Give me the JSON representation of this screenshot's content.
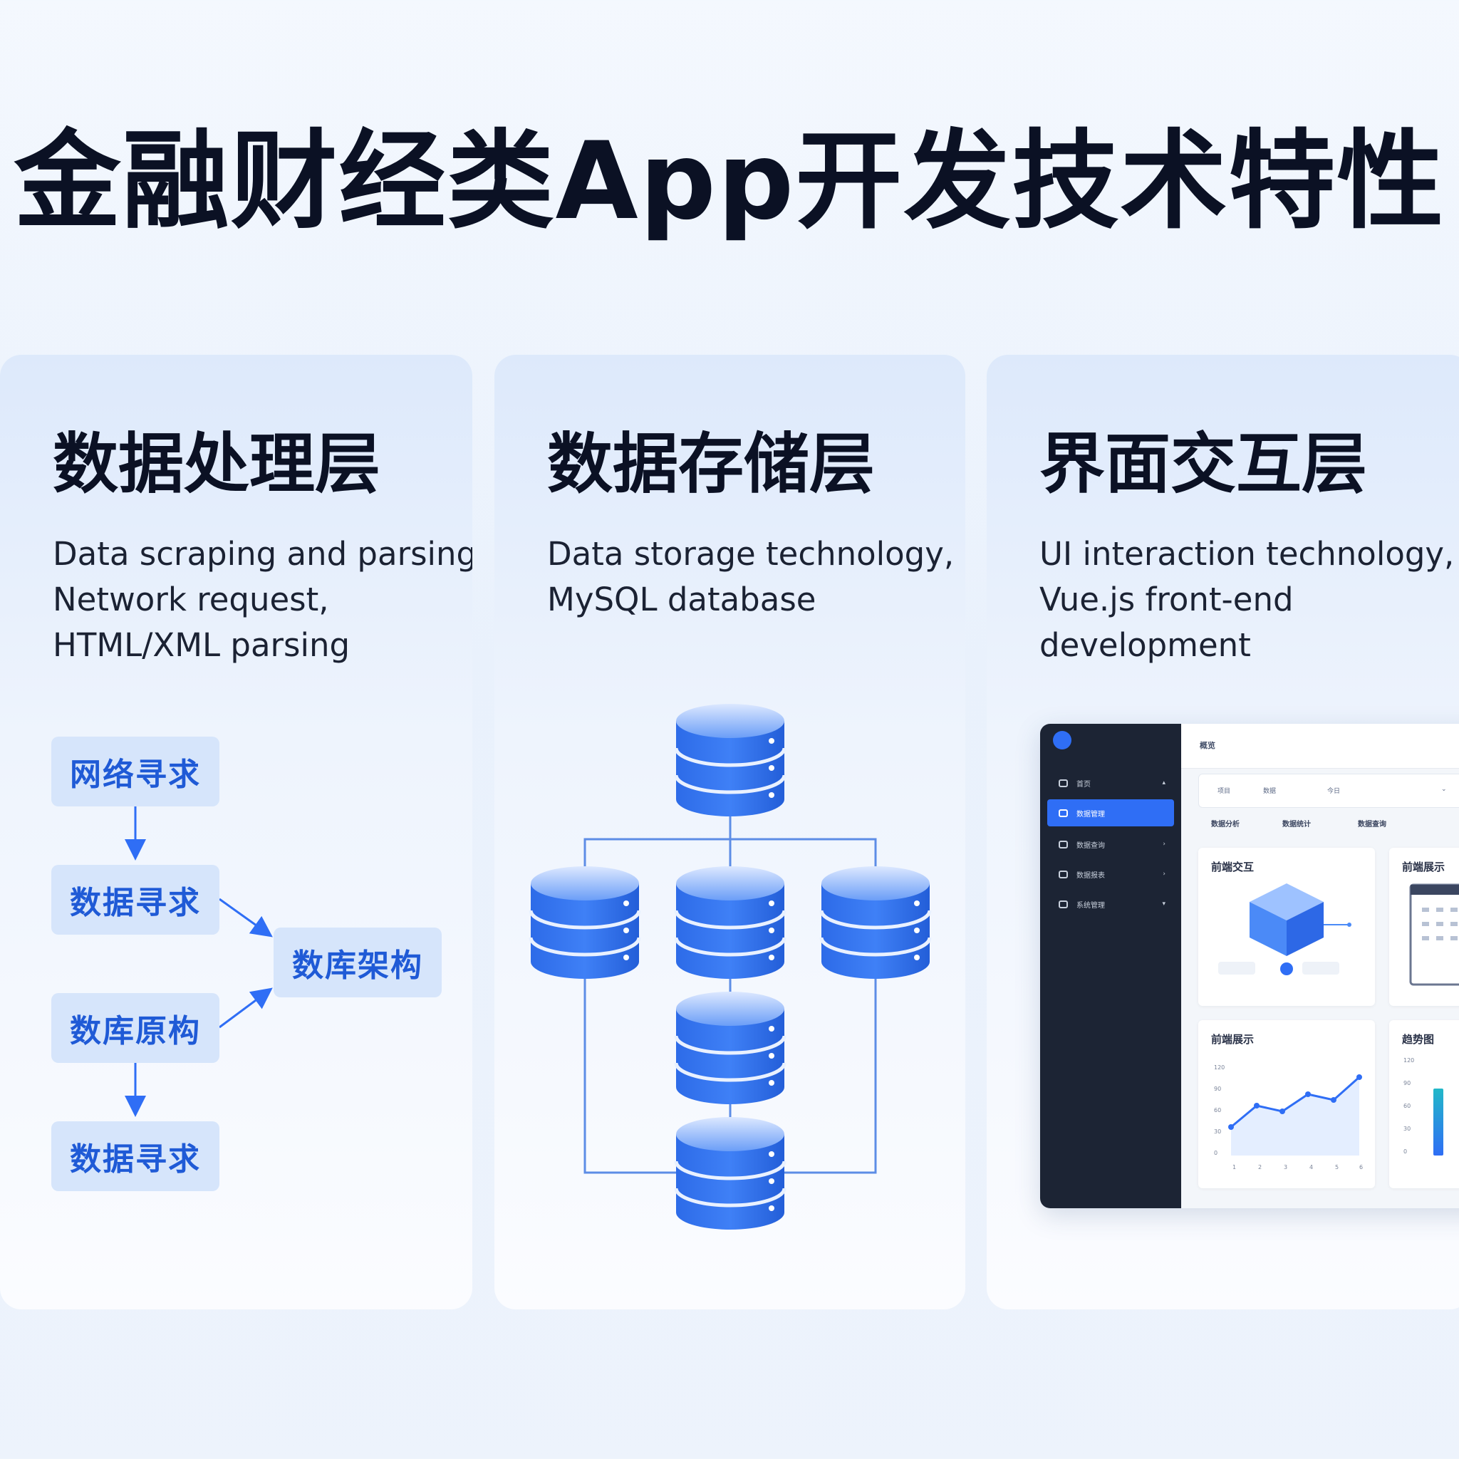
{
  "title": "金融财经类App开发技术特性",
  "colors": {
    "accent": "#2f6ef5",
    "box": "#d6e5fb",
    "text": "#0b1124"
  },
  "cards": [
    {
      "title": "数据处理层",
      "desc": [
        "Data scraping and parsing,",
        "Network request,",
        "HTML/XML parsing"
      ],
      "flow": [
        "网络寻求",
        "数据寻求",
        "数库原构",
        "数据寻求",
        "数库架构"
      ]
    },
    {
      "title": "数据存储层",
      "desc": [
        "Data storage technology,",
        "MySQL database"
      ]
    },
    {
      "title": "界面交互层",
      "desc": [
        "UI interaction technology,",
        "Vue.js front-end",
        "development"
      ]
    }
  ],
  "dashboard": {
    "top_label": "概览",
    "menu": [
      {
        "label": "首页",
        "icon": "home-icon",
        "caret": "▴"
      },
      {
        "label": "数据管理",
        "icon": "folder-icon",
        "caret": ""
      },
      {
        "label": "数据查询",
        "icon": "list-icon",
        "caret": "›"
      },
      {
        "label": "数据报表",
        "icon": "report-icon",
        "caret": "›"
      },
      {
        "label": "系统管理",
        "icon": "settings-icon",
        "caret": "▾"
      }
    ],
    "filter": [
      "项目",
      "数据",
      "今日"
    ],
    "tabs": [
      "数据分析",
      "数据统计",
      "数据查询"
    ],
    "panels": [
      "前端交互",
      "前端展示",
      "前端展示",
      "趋势图"
    ],
    "chart_y": [
      "120",
      "90",
      "60",
      "30",
      "0"
    ],
    "chart_x": [
      "1",
      "2",
      "3",
      "4",
      "5",
      "6"
    ],
    "bar_y": [
      "120",
      "90",
      "60",
      "30",
      "0"
    ]
  }
}
